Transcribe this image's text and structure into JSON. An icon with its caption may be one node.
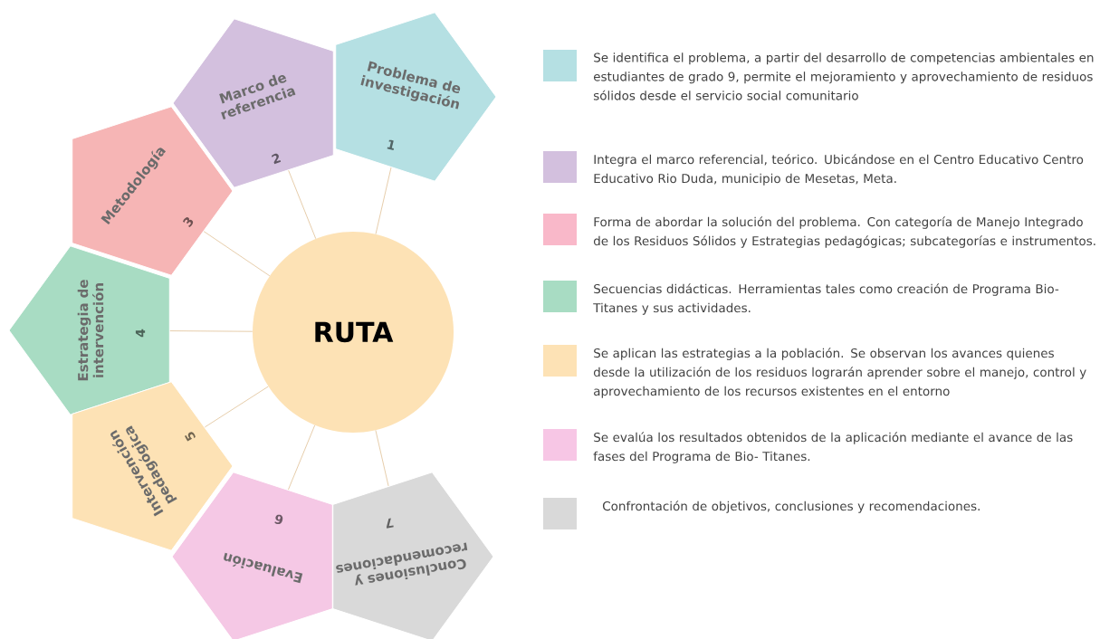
{
  "diagram": {
    "nodes": [
      {
        "text": [
          "RUTA"
        ]
      },
      {
        "text": [
          "Problema de investigación",
          "1"
        ]
      },
      {
        "text": [
          "Marco de referencia",
          "2"
        ]
      },
      {
        "text": [
          "Metodología",
          "3"
        ]
      },
      {
        "text": [
          "Estrategia de intervención",
          "4"
        ]
      },
      {
        "text": [
          "Intervención pedagógica",
          "5"
        ]
      },
      {
        "text": [
          "Evaluación",
          "6"
        ]
      },
      {
        "text": [
          "Conclusiones y recomendaciones",
          "7"
        ]
      }
    ],
    "edges": [
      {
        "from": 0,
        "to": 1,
        "arrow": "none"
      },
      {
        "from": 0,
        "to": 2,
        "arrow": "none"
      },
      {
        "from": 0,
        "to": 3,
        "arrow": "none"
      },
      {
        "from": 0,
        "to": 4,
        "arrow": "none"
      },
      {
        "from": 0,
        "to": 5,
        "arrow": "none"
      },
      {
        "from": 0,
        "to": 6,
        "arrow": "none"
      },
      {
        "from": 0,
        "to": 7,
        "arrow": "none"
      }
    ],
    "legend": [
      {
        "text": "Se identifica el problema, a partir del desarrollo de competencias ambientales en estudiantes de grado 9, permite el mejoramiento y aprovechamiento de residuos sólidos desde el servicio social comunitario",
        "color": "#b5e0e3"
      },
      {
        "text": "Integra el marco referencial, teórico. Ubicándose en el Centro Educativo Centro Educativo Rio Duda, municipio de Mesetas, Meta.",
        "color": "#d3c0de"
      },
      {
        "text": "Forma de abordar la solución del problema. Con categoría de Manejo Integrado de los Residuos Sólidos y Estrategias pedagógicas; subcategorías e instrumentos.",
        "color": "#f9b8c9"
      },
      {
        "text": "Secuencias didácticas. Herramientas tales como creación de Programa Bio-Titanes y sus actividades.",
        "color": "#a8dcc3"
      },
      {
        "text": "Se aplican las estrategias a la población. Se observan los avances quienes desde la utilización de los residuos lograrán aprender sobre el manejo, control y aprovechamiento de los recursos existentes en el entorno",
        "color": "#fde2b5"
      },
      {
        "text": "Se evalúa los resultados obtenidos de la aplicación mediante el avance de las fases del Programa de Bio- Titanes.",
        "color": "#f7c6e5"
      },
      {
        "text": "Confrontación de objetivos, conclusiones y recomendaciones.",
        "color": "#d9d9d9"
      }
    ]
  }
}
